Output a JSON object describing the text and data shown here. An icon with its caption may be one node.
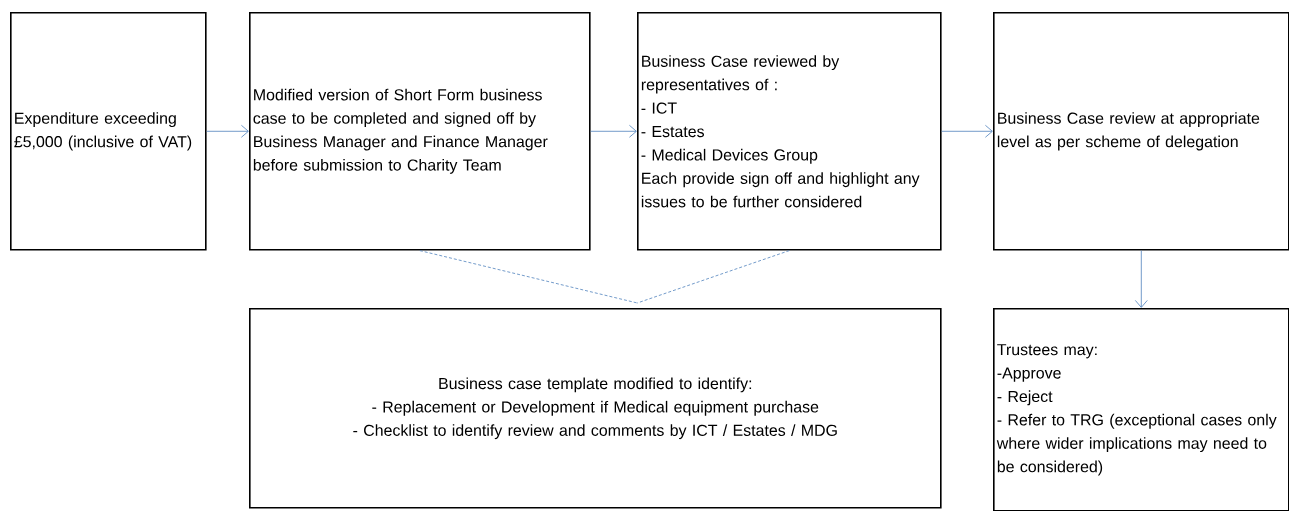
{
  "diagram": {
    "nodes": [
      {
        "text": [
          "Expenditure exceeding £5,000 (inclusive of VAT)"
        ]
      },
      {
        "text": [
          "Modified version of Short Form business case to be completed and signed off by Business Manager and Finance Manager before submission to Charity Team"
        ]
      },
      {
        "text": [
          "Business Case reviewed by representatives of :",
          "- ICT",
          "- Estates",
          "- Medical Devices Group",
          "Each provide sign off and highlight any issues to be further considered"
        ]
      },
      {
        "text": [
          "Business Case review at appropriate level as per scheme of delegation"
        ]
      },
      {
        "text": [
          "Business case template modified to identify:",
          "- Replacement or Development if Medical equipment purchase",
          "- Checklist to identify review and comments by ICT / Estates / MDG"
        ]
      },
      {
        "text": [
          "Trustees may:",
          "-Approve",
          "- Reject",
          "- Refer to TRG (exceptional cases only where wider implications may need to be considered)"
        ]
      }
    ],
    "edges": [
      {
        "from": 0,
        "to": 1,
        "arrow": "to"
      },
      {
        "from": 1,
        "to": 2,
        "arrow": "to"
      },
      {
        "from": 2,
        "to": 3,
        "arrow": "to"
      },
      {
        "from": 3,
        "to": 5,
        "arrow": "to"
      },
      {
        "from": 1,
        "to": 4,
        "arrow": "none",
        "style": "dashed"
      },
      {
        "from": 2,
        "to": 4,
        "arrow": "none",
        "style": "dashed"
      }
    ]
  }
}
